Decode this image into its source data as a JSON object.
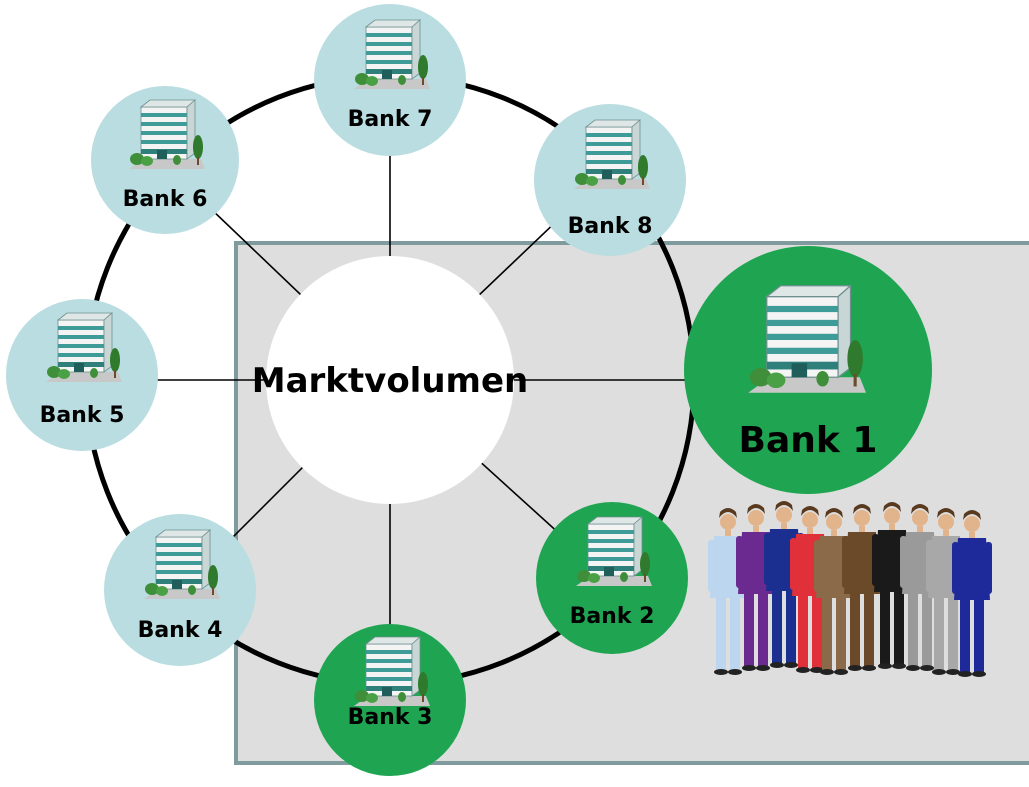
{
  "center": {
    "label": "Marktvolumen",
    "fill": "#ffffff"
  },
  "colors": {
    "ring": "#000000",
    "light_bank": "#b9dde0",
    "own_bank": "#1fa552",
    "region_fill": "#dedede",
    "region_border": "#7f9b9e"
  },
  "banks": [
    {
      "id": "bank-1",
      "label": "Bank 1",
      "group": "own",
      "highlight": true
    },
    {
      "id": "bank-2",
      "label": "Bank 2",
      "group": "own"
    },
    {
      "id": "bank-3",
      "label": "Bank 3",
      "group": "own"
    },
    {
      "id": "bank-4",
      "label": "Bank 4",
      "group": "other"
    },
    {
      "id": "bank-5",
      "label": "Bank 5",
      "group": "other"
    },
    {
      "id": "bank-6",
      "label": "Bank 6",
      "group": "other"
    },
    {
      "id": "bank-7",
      "label": "Bank 7",
      "group": "other"
    },
    {
      "id": "bank-8",
      "label": "Bank 8",
      "group": "other"
    }
  ],
  "icons": {
    "building": "office-building-icon",
    "people": "staff-group-icon"
  }
}
